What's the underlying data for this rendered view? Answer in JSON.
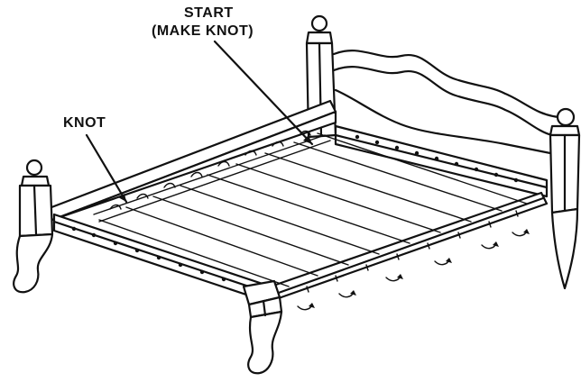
{
  "labels": {
    "start_line1": "START",
    "start_line2": "(MAKE KNOT)",
    "knot": "KNOT"
  },
  "colors": {
    "ink": "#111111",
    "background": "#ffffff"
  }
}
